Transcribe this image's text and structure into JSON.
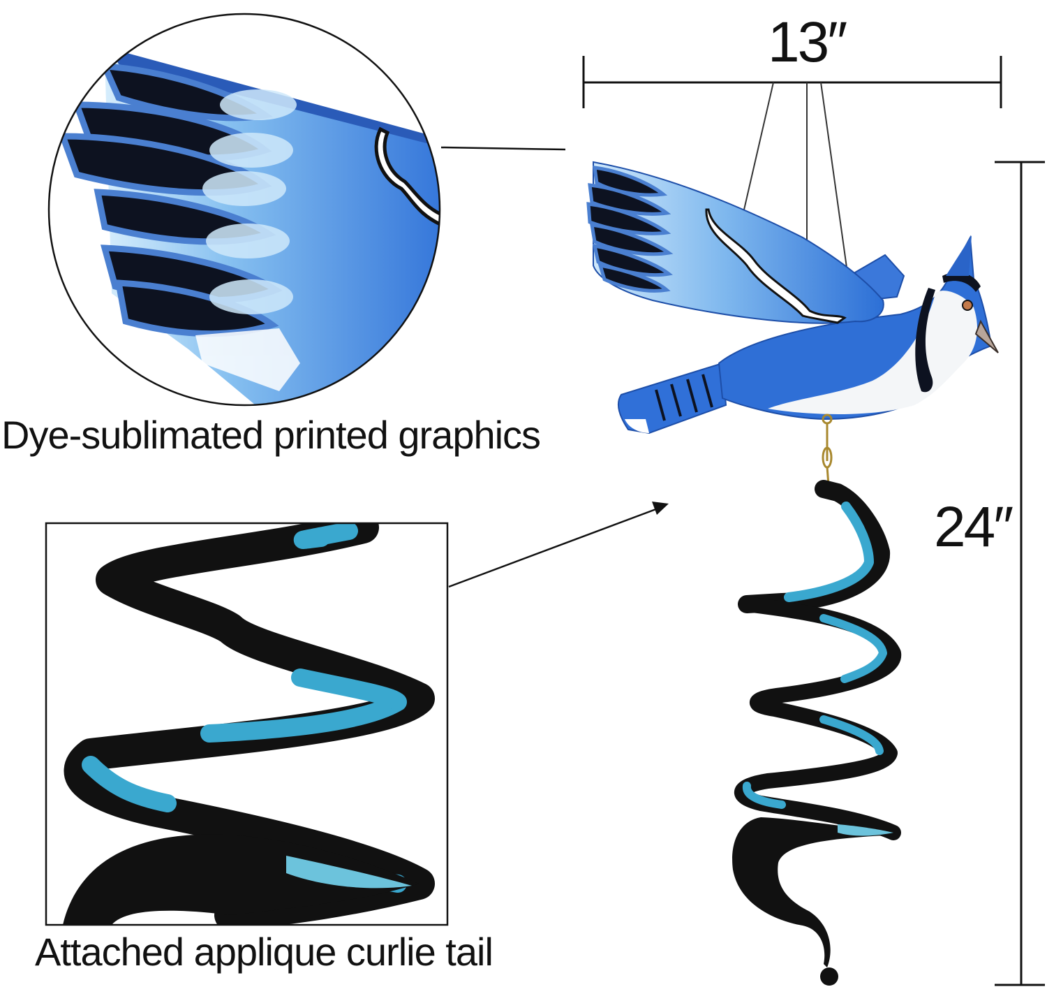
{
  "callouts": {
    "graphics_label": "Dye-sublimated printed graphics",
    "tail_label": "Attached applique curlie tail"
  },
  "dimensions": {
    "width_label": "13″",
    "height_label": "24″"
  },
  "colors": {
    "bird_blue": "#2e6fd6",
    "wing_light": "#a9d4f4",
    "feather_black": "#0d1220",
    "tail_teal": "#3aa8cf",
    "tail_black": "#111111",
    "outline": "#111111"
  }
}
